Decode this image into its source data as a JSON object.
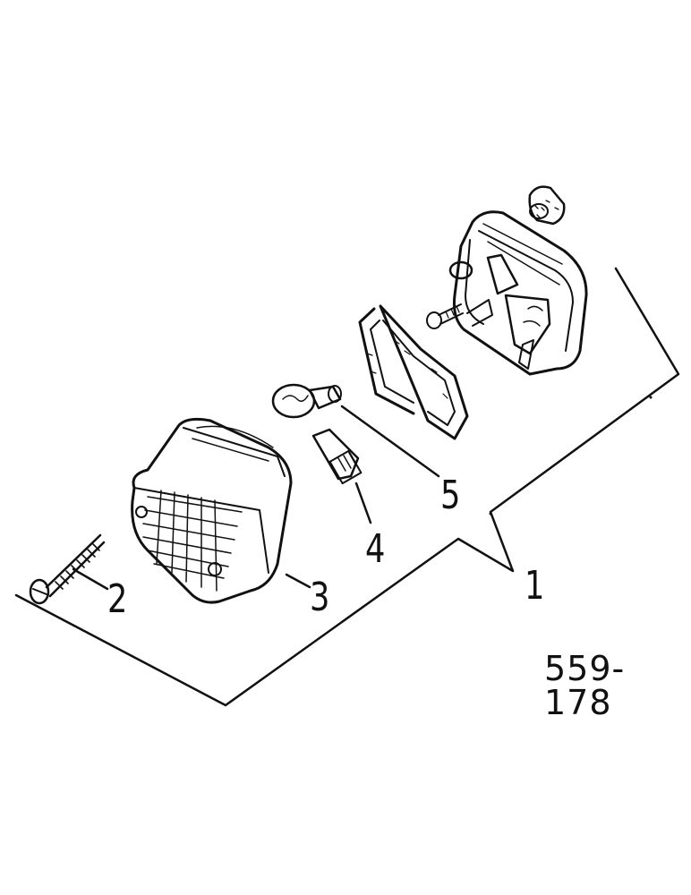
{
  "callouts": [
    {
      "id": "1",
      "label": "1"
    },
    {
      "id": "2",
      "label": "2"
    },
    {
      "id": "3",
      "label": "3"
    },
    {
      "id": "4",
      "label": "4"
    },
    {
      "id": "5",
      "label": "5"
    }
  ],
  "figure_number": "559-178",
  "colors": {
    "ink": "#111111",
    "background": "#ffffff"
  }
}
